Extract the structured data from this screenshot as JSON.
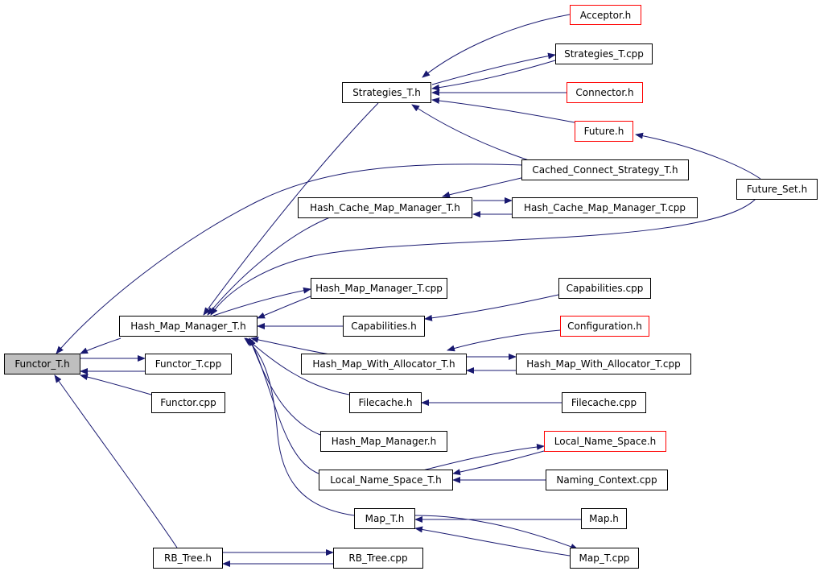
{
  "colors": {
    "edge": "#191970",
    "node_border": "#000000",
    "truncated_border": "#ff0000",
    "root_fill": "#bfbfbf"
  },
  "nodes": {
    "acceptor_h": "Acceptor.h",
    "strategies_t_cpp": "Strategies_T.cpp",
    "strategies_t_h": "Strategies_T.h",
    "connector_h": "Connector.h",
    "future_h": "Future.h",
    "cached_connect_strategy_t_h": "Cached_Connect_Strategy_T.h",
    "future_set_h": "Future_Set.h",
    "hash_cache_map_manager_t_h": "Hash_Cache_Map_Manager_T.h",
    "hash_cache_map_manager_t_cpp": "Hash_Cache_Map_Manager_T.cpp",
    "hash_map_manager_t_cpp": "Hash_Map_Manager_T.cpp",
    "capabilities_cpp": "Capabilities.cpp",
    "hash_map_manager_t_h": "Hash_Map_Manager_T.h",
    "capabilities_h": "Capabilities.h",
    "configuration_h": "Configuration.h",
    "functor_t_h": "Functor_T.h",
    "functor_t_cpp": "Functor_T.cpp",
    "hash_map_with_allocator_t_h": "Hash_Map_With_Allocator_T.h",
    "hash_map_with_allocator_t_cpp": "Hash_Map_With_Allocator_T.cpp",
    "functor_cpp": "Functor.cpp",
    "filecache_h": "Filecache.h",
    "filecache_cpp": "Filecache.cpp",
    "hash_map_manager_h": "Hash_Map_Manager.h",
    "local_name_space_h": "Local_Name_Space.h",
    "local_name_space_t_h": "Local_Name_Space_T.h",
    "naming_context_cpp": "Naming_Context.cpp",
    "map_t_h": "Map_T.h",
    "map_h": "Map.h",
    "rb_tree_h": "RB_Tree.h",
    "rb_tree_cpp": "RB_Tree.cpp",
    "map_t_cpp": "Map_T.cpp"
  }
}
